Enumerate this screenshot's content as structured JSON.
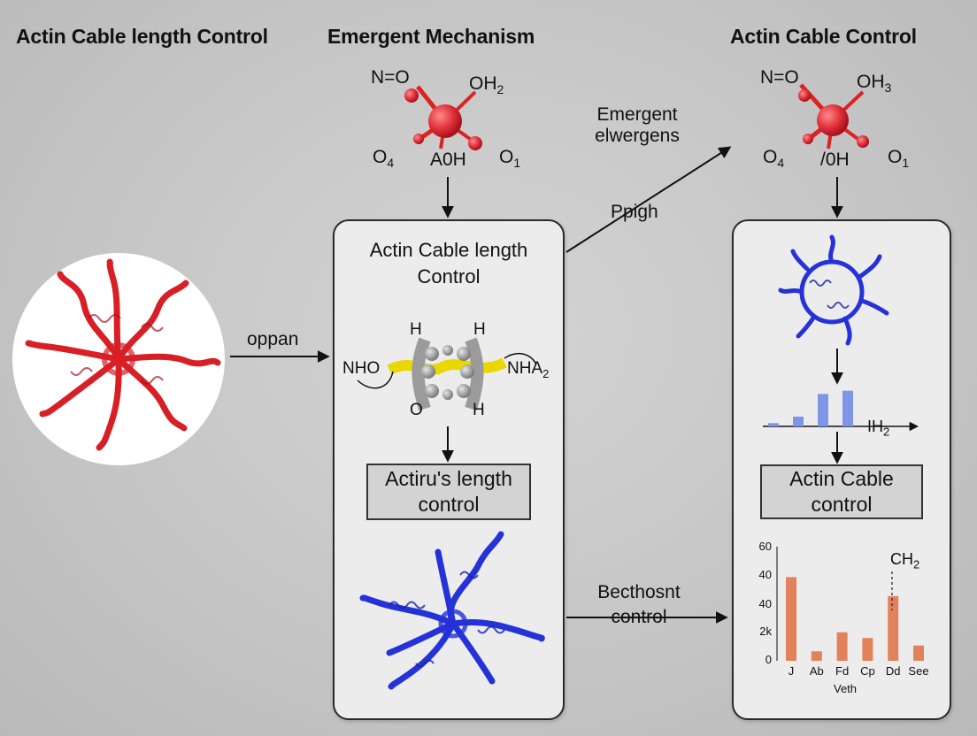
{
  "headings": {
    "left": "Actin Cable length Control",
    "middle": "Emergent Mechanism",
    "right": "Actin Cable Control"
  },
  "molecule_left": {
    "top_left": "N=O",
    "top_right": "OH",
    "top_right_sub": "2",
    "bottom_left": "O",
    "bottom_left_sub": "4",
    "bottom_mid": "A0H",
    "bottom_right": "O",
    "bottom_right_sub": "1"
  },
  "molecule_right": {
    "top_left": "N=O",
    "top_right": "OH",
    "top_right_sub": "3",
    "bottom_left": "O",
    "bottom_left_sub": "4",
    "bottom_mid": "/0H",
    "bottom_right": "O",
    "bottom_right_sub": "1"
  },
  "arrows": {
    "left_to_middle": "oppan",
    "diagonal_top_1": "Emergent",
    "diagonal_top_2": "elwergens",
    "diagonal_mid": "Ppigh",
    "bottom_1": "Becthosnt",
    "bottom_2": "control"
  },
  "middle_panel": {
    "title_1": "Actin Cable length",
    "title_2": "Control",
    "ring_h1": "H",
    "ring_h2": "H",
    "ring_left": "NHO",
    "ring_right": "NHA",
    "ring_right_sub": "2",
    "ring_o": "O",
    "ring_h3": "H",
    "box_1": "Actiru's length",
    "box_2": "control"
  },
  "right_panel": {
    "small_axis_label": "IH",
    "small_axis_label_sub": "2",
    "box_1": "Actin Cable",
    "box_2": "control"
  },
  "colors": {
    "red_protein": "#d81f26",
    "blue_protein": "#2432d8",
    "bar_orange": "#e2825c",
    "bar_blue": "#7f95e8"
  },
  "chart_data": [
    {
      "type": "bar",
      "name": "small-histogram",
      "values": [
        1,
        3,
        10,
        11
      ],
      "ylim": [
        0,
        12
      ],
      "xlabel": "IH₂"
    },
    {
      "type": "bar",
      "categories": [
        "J",
        "Ab",
        "Fd",
        "Cp",
        "Dd",
        "See"
      ],
      "values": [
        44,
        5,
        15,
        12,
        34,
        8
      ],
      "ytick_labels": [
        "0",
        "2k",
        "40",
        "40",
        "60"
      ],
      "xlabel": "Veth",
      "annotation": "CH",
      "annotation_sub": "2",
      "annotation_category": "Dd",
      "ylim": [
        0,
        60
      ]
    }
  ]
}
